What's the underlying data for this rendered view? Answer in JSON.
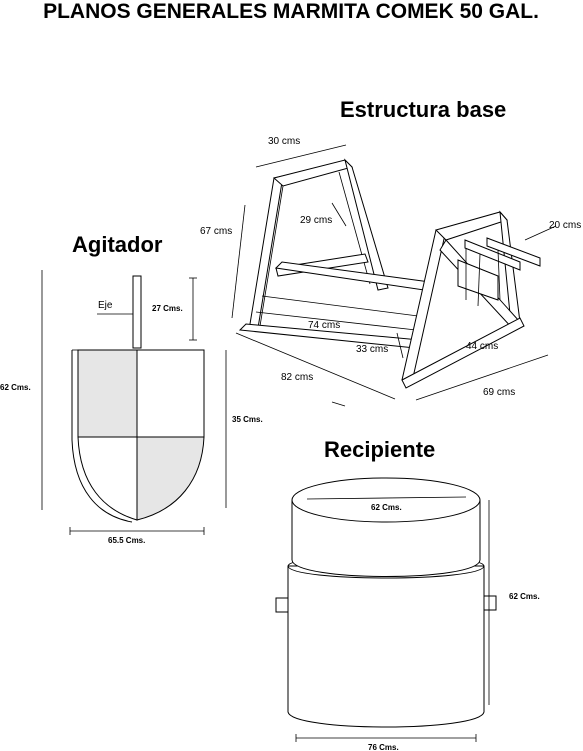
{
  "page_title": "PLANOS GENERALES MARMITA COMEK 50 GAL.",
  "estructura": {
    "title": "Estructura base",
    "dims": {
      "width_top": "30 cms",
      "height": "67 cms",
      "inner": "29 cms",
      "side": "20 cms",
      "span": "74 cms",
      "mid": "33 cms",
      "right": "44 cms",
      "length": "82 cms",
      "depth": "69 cms"
    }
  },
  "agitador": {
    "title": "Agitador",
    "shaft_label": "Eje",
    "dims": {
      "shaft": "27 Cms.",
      "total_height": "62 Cms.",
      "paddle_height": "35 Cms.",
      "width": "65.5 Cms."
    }
  },
  "recipiente": {
    "title": "Recipiente",
    "dims": {
      "top_diameter": "62 Cms.",
      "height": "62 Cms.",
      "base_diameter": "76 Cms."
    }
  },
  "colors": {
    "line": "#000000",
    "shade": "#e6e6e6",
    "background": "#ffffff"
  }
}
